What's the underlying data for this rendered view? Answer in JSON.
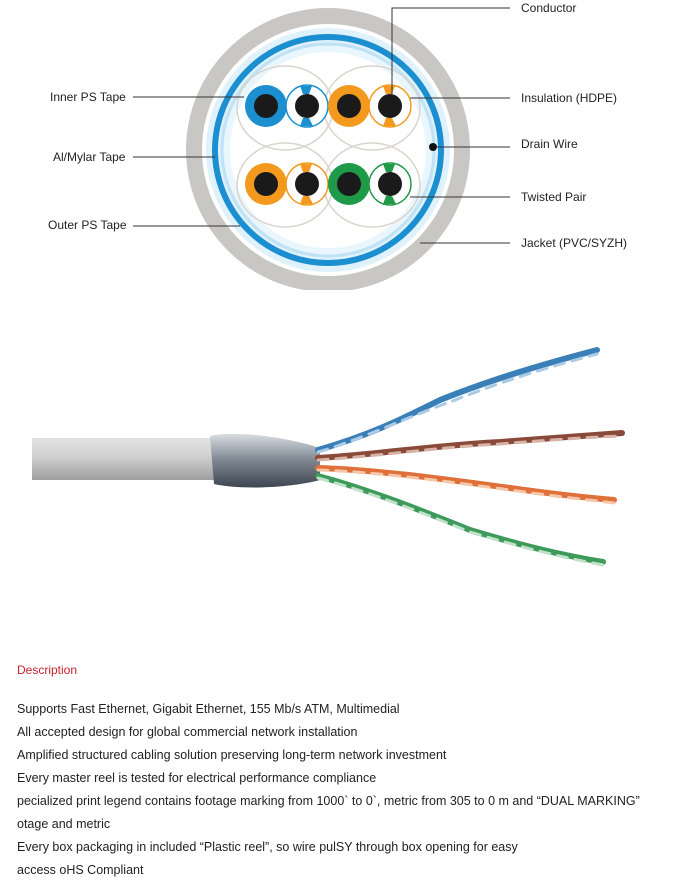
{
  "diagram": {
    "labels": {
      "conductor": "Conductor",
      "inner_ps_tape": "Inner PS Tape",
      "insulation": "Insulation (HDPE)",
      "al_mylar_tape": "Al/Mylar Tape",
      "drain_wire": "Drain Wire",
      "twisted_pair": "Twisted Pair",
      "outer_ps_tape": "Outer PS Tape",
      "jacket": "Jacket (PVC/SYZH)"
    },
    "colors": {
      "jacket": "#c9c7c4",
      "blue_shield": "#1b8fd0",
      "light_blue": "#cfe9f7",
      "pair_blue": "#1b8fd0",
      "pair_orange": "#f39a1e",
      "pair_green": "#1f9a48",
      "heading_red": "#c8212a"
    }
  },
  "description": {
    "heading": "Description",
    "items": [
      "Supports Fast Ethernet, Gigabit Ethernet, 155 Mb/s ATM, Multimedial",
      "All accepted design for global commercial network installation",
      "Amplified structured cabling solution preserving long-term network investment",
      "Every master reel is tested for electrical performance compliance",
      "pecialized print legend contains footage marking from 1000` to 0`, metric from 305 to 0 m and “DUAL MARKING”",
      "otage and metric",
      "Every box packaging in included “Plastic reel”, so wire pulSY through box opening for easy",
      "access oHS Compliant"
    ]
  }
}
